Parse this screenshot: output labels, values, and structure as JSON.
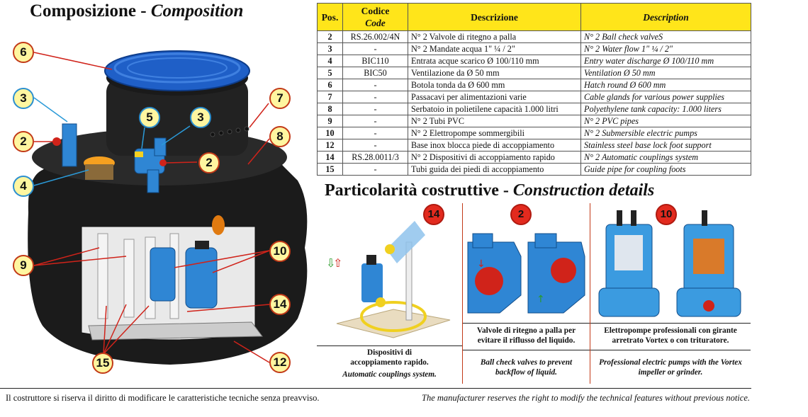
{
  "headings": {
    "composition_it": "Composizione - ",
    "composition_en": "Composition",
    "construction_it": "Particolarità costruttive - ",
    "construction_en": "Construction details"
  },
  "table": {
    "headers": {
      "pos": "Pos.",
      "code_it": "Codice",
      "code_en": "Code",
      "descr_it": "Descrizione",
      "descr_en": "Description"
    },
    "rows": [
      {
        "pos": "2",
        "code": "RS.26.002/4N",
        "it": "N° 2 Valvole di ritegno a palla",
        "en": "N° 2 Ball check valveS"
      },
      {
        "pos": "3",
        "code": "-",
        "it": "N° 2 Mandate acqua 1\" ¼ / 2\"",
        "en": "N° 2 Water flow 1\" ¼ / 2\""
      },
      {
        "pos": "4",
        "code": "BIC110",
        "it": "Entrata acque scarico  Ø 100/110 mm",
        "en": "Entry water discharge Ø 100/110 mm"
      },
      {
        "pos": "5",
        "code": "BIC50",
        "it": "Ventilazione da Ø 50 mm",
        "en": "Ventilation Ø 50 mm"
      },
      {
        "pos": "6",
        "code": "-",
        "it": "Botola tonda da Ø 600 mm",
        "en": "Hatch round Ø 600 mm"
      },
      {
        "pos": "7",
        "code": "-",
        "it": "Passacavi per alimentazioni varie",
        "en": "Cable glands for various power supplies"
      },
      {
        "pos": "8",
        "code": "-",
        "it": "Serbatoio in polietilene capacità 1.000 litri",
        "en": "Polyethylene tank capacity: 1.000 liters"
      },
      {
        "pos": "9",
        "code": "-",
        "it": "N° 2 Tubi PVC",
        "en": "N° 2 PVC pipes"
      },
      {
        "pos": "10",
        "code": "-",
        "it": "N° 2 Elettropompe sommergibili",
        "en": "N° 2 Submersible electric pumps"
      },
      {
        "pos": "12",
        "code": "-",
        "it": "Base inox blocca piede di accoppiamento",
        "en": "Stainless steel base lock foot support"
      },
      {
        "pos": "14",
        "code": "RS.28.0011/3",
        "it": "N° 2 Dispositivi di accoppiamento rapido",
        "en": "N° 2 Automatic couplings system"
      },
      {
        "pos": "15",
        "code": "-",
        "it": "Tubi guida dei piedi di accoppiamento",
        "en": "Guide pipe for coupling foots"
      }
    ]
  },
  "callouts": {
    "c6": "6",
    "c3a": "3",
    "c2a": "2",
    "c4": "4",
    "c5": "5",
    "c3b": "3",
    "c2b": "2",
    "c7": "7",
    "c8": "8",
    "c9": "9",
    "c10": "10",
    "c14": "14",
    "c15": "15",
    "c12": "12"
  },
  "details": [
    {
      "badge": "14",
      "caption_it": "Dispositivi di\naccoppiamento rapido.",
      "caption_en": "Automatic couplings system."
    },
    {
      "badge": "2",
      "caption_it": "Valvole di ritegno a palla per\nevitare il riflusso del liquido.",
      "caption_en": "Ball check valves to prevent\nbackflow of liquid."
    },
    {
      "badge": "10",
      "caption_it": "Elettropompe professionali con girante\narretrato Vortex o con trituratore.",
      "caption_en": "Professional electric pumps with the Vortex\nimpeller or grinder."
    }
  ],
  "footer": {
    "it": "Il costruttore si riserva il diritto di modificare le caratteristiche tecniche senza preavviso.",
    "en": "The manufacturer reserves the right to modify the technical features without previous notice."
  },
  "colors": {
    "header_yellow": "#ffe51a",
    "accent_red": "#c23a18",
    "pump_blue": "#2f86d4",
    "tank_black": "#1b1b1b"
  }
}
